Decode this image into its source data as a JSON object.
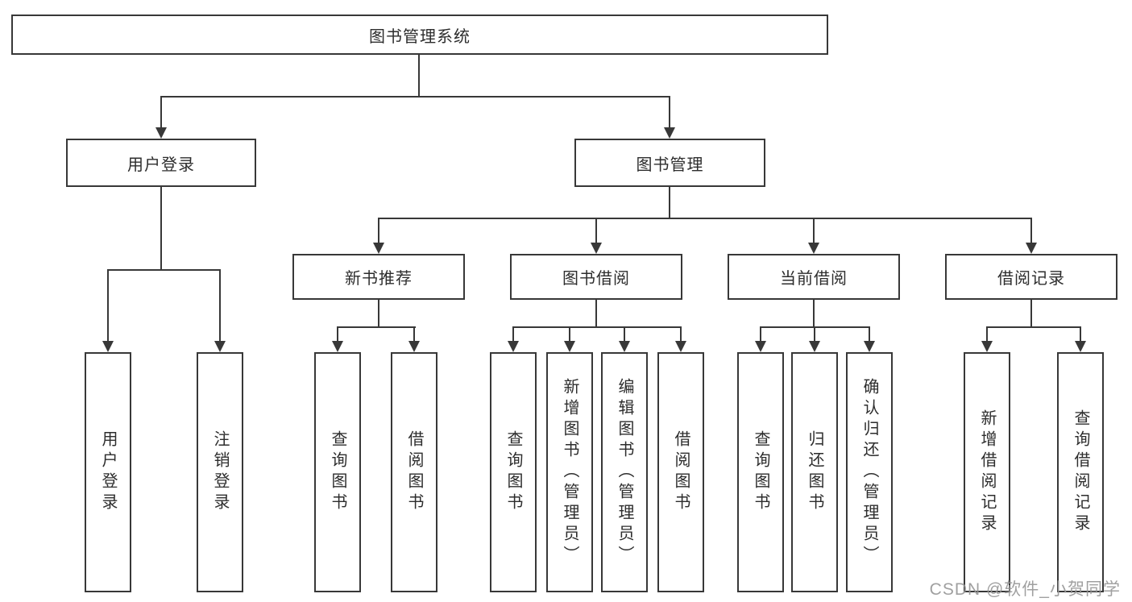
{
  "colors": {
    "line": "#383838",
    "text": "#2d2d2d",
    "watermark": "#969696",
    "background": "#ffffff"
  },
  "tree": {
    "root": "图书管理系统",
    "branches": [
      {
        "label": "用户登录",
        "leaves": [
          "用户登录",
          "注销登录"
        ]
      },
      {
        "label": "图书管理",
        "sections": [
          {
            "label": "新书推荐",
            "leaves": [
              "查询图书",
              "借阅图书"
            ]
          },
          {
            "label": "图书借阅",
            "leaves": [
              "查询图书",
              "新增图书（管理员）",
              "编辑图书（管理员）",
              "借阅图书"
            ]
          },
          {
            "label": "当前借阅",
            "leaves": [
              "查询图书",
              "归还图书",
              "确认归还（管理员）"
            ]
          },
          {
            "label": "借阅记录",
            "leaves": [
              "新增借阅记录",
              "查询借阅记录"
            ]
          }
        ]
      }
    ]
  },
  "watermark": "CSDN @软件_小贺同学"
}
